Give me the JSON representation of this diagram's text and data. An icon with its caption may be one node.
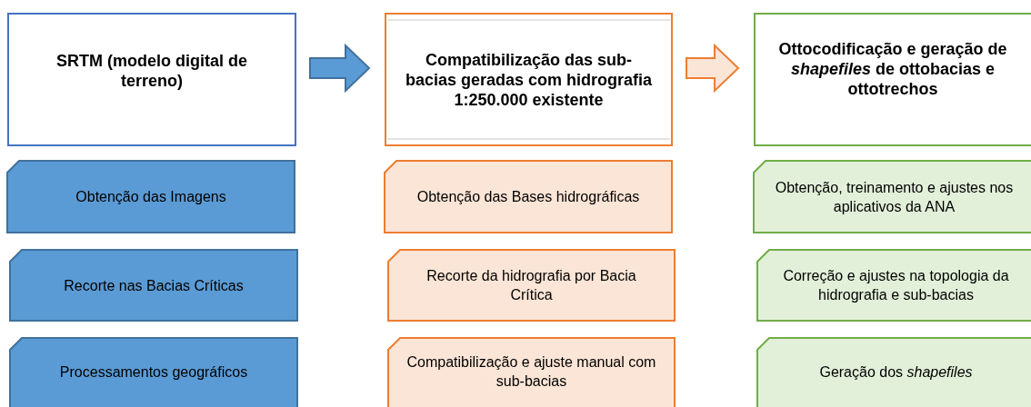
{
  "diagram": {
    "nodes": [
      {
        "text": [
          "SRTM (modelo digital de terreno)"
        ]
      },
      {
        "text": [
          "Obtenção das Imagens"
        ]
      },
      {
        "text": [
          "Recorte nas Bacias Críticas"
        ]
      },
      {
        "text": [
          "Processamentos geográficos"
        ]
      },
      {
        "text": [
          "Compatibilização das sub-bacias geradas com hidrografia 1:250.000 existente"
        ]
      },
      {
        "text": [
          "Obtenção das Bases hidrográficas"
        ]
      },
      {
        "text": [
          "Recorte da hidrografia por Bacia Crítica"
        ]
      },
      {
        "text": [
          "Compatibilização e ajuste manual com sub-bacias"
        ]
      },
      {
        "text": [
          "Ottocodificação e geração de *shapefiles* de ottobacias e ottotrechos"
        ]
      },
      {
        "text": [
          "Obtenção, treinamento e ajustes nos aplicativos da ANA"
        ]
      },
      {
        "text": [
          "Correção e ajustes na topologia da hidrografia e sub-bacias"
        ]
      },
      {
        "text": [
          "Geração dos *shapefiles*"
        ]
      }
    ],
    "edges": [
      {
        "from": 0,
        "to": 4,
        "arrow": "to",
        "color": "#5b9bd5"
      },
      {
        "from": 4,
        "to": 8,
        "arrow": "to",
        "color": "#ed7d31"
      }
    ]
  }
}
